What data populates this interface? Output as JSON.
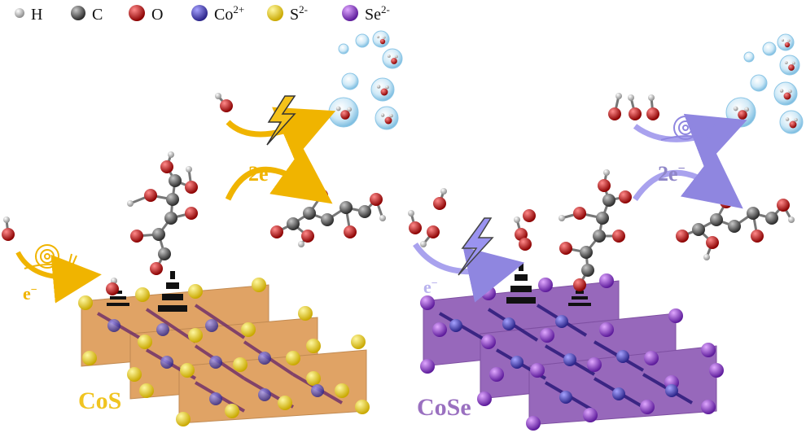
{
  "legend": [
    {
      "atom": "H",
      "label": "H",
      "sup": "",
      "color": "#dcdcdc"
    },
    {
      "atom": "C",
      "label": "C",
      "sup": "",
      "color": "#5a5a5a"
    },
    {
      "atom": "O",
      "label": "O",
      "sup": "",
      "color": "#d11414"
    },
    {
      "atom": "Co",
      "label": "Co",
      "sup": "2+",
      "color": "#3b34b8"
    },
    {
      "atom": "S",
      "label": "S",
      "sup": "2-",
      "color": "#f2d91a"
    },
    {
      "atom": "Se",
      "label": "Se",
      "sup": "2-",
      "color": "#9b3fd6"
    }
  ],
  "left_panel": {
    "material_label": "CoS",
    "electron_label_small": "e",
    "electron_label_big": "2e",
    "electron_sup": "−",
    "accent_color": "#f0b400",
    "crystal_color": "#d88a3a",
    "ball_color": "#f2d91a",
    "fast_icon": "lightning-bolt-icon",
    "slow_icon": "snail-icon"
  },
  "right_panel": {
    "material_label": "CoSe",
    "electron_label_small": "e",
    "electron_label_big": "2e",
    "electron_sup": "−",
    "accent_color": "#8f86e0",
    "crystal_color": "#7a3ea8",
    "ball_color": "#8a2be2",
    "fast_icon": "lightning-bolt-icon",
    "slow_icon": "snail-icon"
  }
}
